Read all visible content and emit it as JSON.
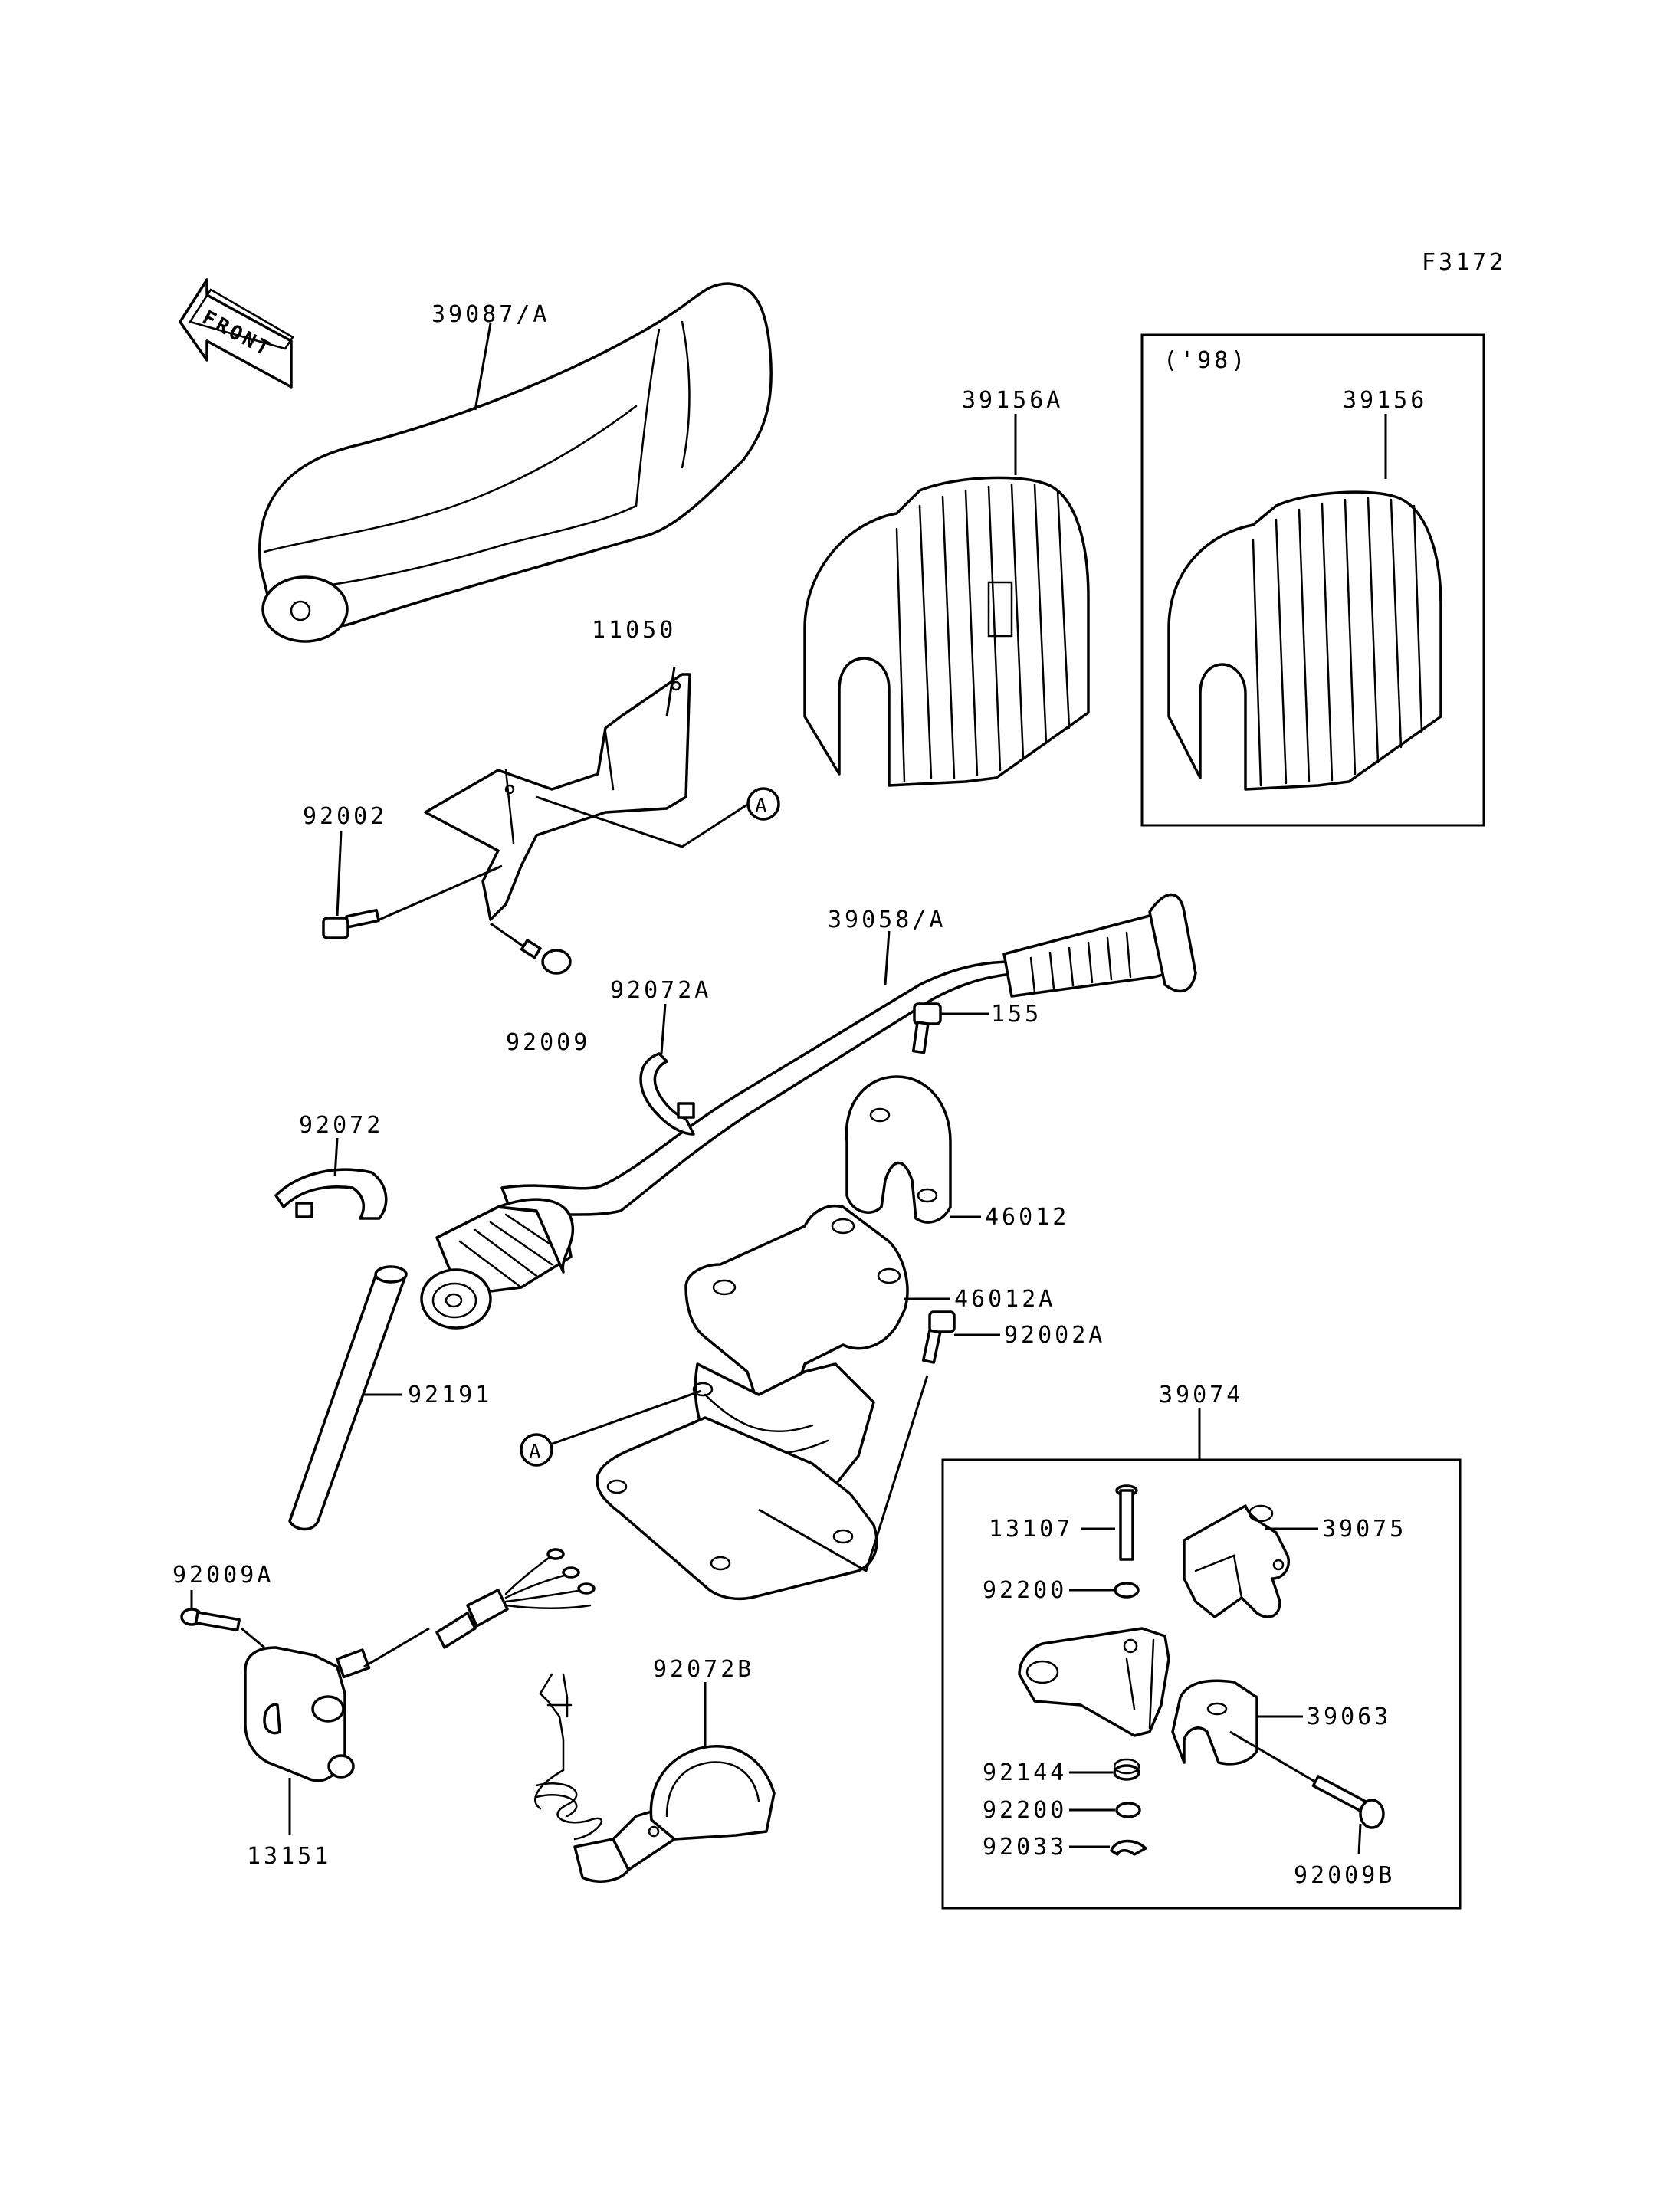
{
  "figure_code": "F3172",
  "front_label": "FRONT",
  "inset_label": "('98)",
  "callout_letter": "A",
  "colors": {
    "line": "#000000",
    "background": "#ffffff"
  },
  "parts": {
    "p39087": "39087/A",
    "p39156A": "39156A",
    "p39156": "39156",
    "p11050": "11050",
    "p92002": "92002",
    "p92009": "92009",
    "p39058": "39058/A",
    "p92072A": "92072A",
    "p155": "155",
    "p92072": "92072",
    "p46012": "46012",
    "p46012A": "46012A",
    "p92002A": "92002A",
    "p92191": "92191",
    "p39074": "39074",
    "p13107": "13107",
    "p39075": "39075",
    "p92200a": "92200",
    "p39063": "39063",
    "p92144": "92144",
    "p92200b": "92200",
    "p92033": "92033",
    "p92009B": "92009B",
    "p92009A": "92009A",
    "p13151": "13151",
    "p92072B": "92072B"
  }
}
